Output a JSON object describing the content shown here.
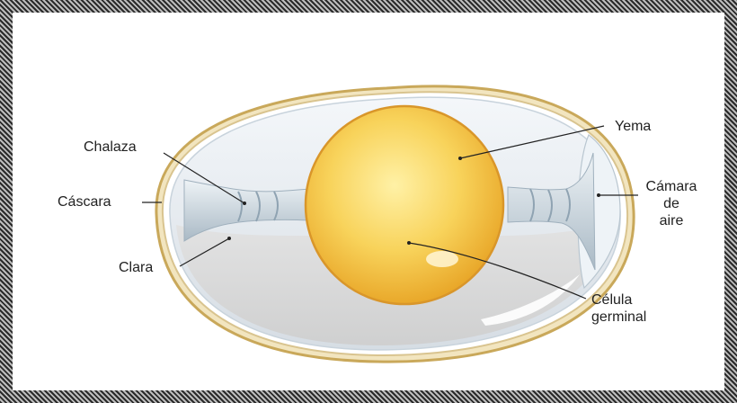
{
  "labels": {
    "yema": "Yema",
    "chalaza": "Chalaza",
    "cascara": "Cáscara",
    "clara": "Clara",
    "camara_1": "Cámara",
    "camara_2": "de",
    "camara_3": "aire",
    "celula_1": "Célula",
    "celula_2": "germinal"
  },
  "colors": {
    "shell": "#d9c48f",
    "membrane": "#e9eef3",
    "albumen_outer": "#dde5ec",
    "albumen_inner": "#d9d9d9",
    "yolk": "#f5c84a",
    "chalaza": "#c5d3dd"
  }
}
